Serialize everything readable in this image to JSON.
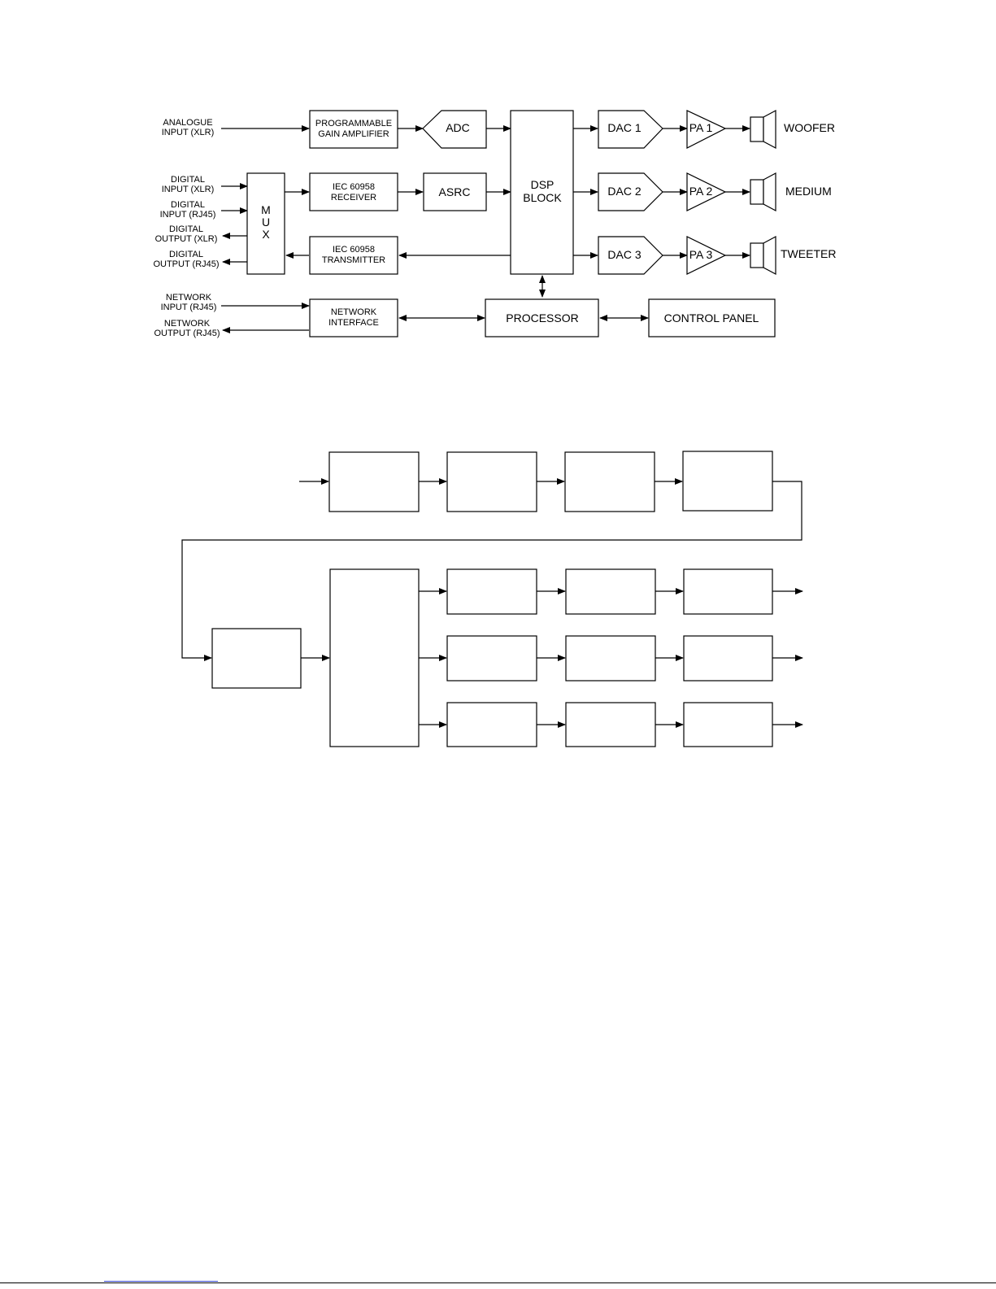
{
  "diagram1": {
    "inputs": {
      "analogue": [
        "ANALOGUE",
        "INPUT (XLR)"
      ],
      "digital_xlr": [
        "DIGITAL",
        "INPUT (XLR)"
      ],
      "digital_rj45": [
        "DIGITAL",
        "INPUT (RJ45)"
      ],
      "digital_out_xlr": [
        "DIGITAL",
        "OUTPUT (XLR)"
      ],
      "digital_out_rj45": [
        "DIGITAL",
        "OUTPUT (RJ45)"
      ],
      "network_in": [
        "NETWORK",
        "INPUT (RJ45)"
      ],
      "network_out": [
        "NETWORK",
        "OUTPUT (RJ45)"
      ]
    },
    "blocks": {
      "pga": [
        "PROGRAMMABLE",
        "GAIN AMPLIFIER"
      ],
      "adc": "ADC",
      "mux": [
        "M",
        "U",
        "X"
      ],
      "receiver": [
        "IEC 60958",
        "RECEIVER"
      ],
      "asrc": "ASRC",
      "transmitter": [
        "IEC 60958",
        "TRANSMITTER"
      ],
      "dsp": [
        "DSP",
        "BLOCK"
      ],
      "network_interface": [
        "NETWORK",
        "INTERFACE"
      ],
      "processor": "PROCESSOR",
      "control_panel": "CONTROL PANEL",
      "dac1": "DAC 1",
      "dac2": "DAC 2",
      "dac3": "DAC 3",
      "pa1": "PA 1",
      "pa2": "PA 2",
      "pa3": "PA 3"
    },
    "outputs": {
      "woofer": "WOOFER",
      "medium": "MEDIUM",
      "tweeter": "TWEETER"
    }
  }
}
